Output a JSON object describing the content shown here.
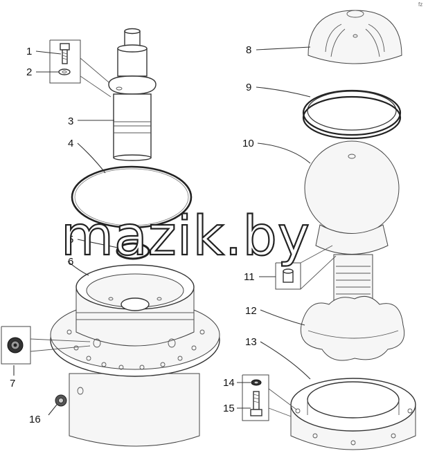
{
  "watermark": "mazik.by",
  "corner_mark": "fz",
  "callouts": [
    {
      "id": "c1",
      "num": "1"
    },
    {
      "id": "c2",
      "num": "2"
    },
    {
      "id": "c3",
      "num": "3"
    },
    {
      "id": "c4",
      "num": "4"
    },
    {
      "id": "c5",
      "num": "5"
    },
    {
      "id": "c6",
      "num": "6"
    },
    {
      "id": "c7",
      "num": "7"
    },
    {
      "id": "c8",
      "num": "8"
    },
    {
      "id": "c9",
      "num": "9"
    },
    {
      "id": "c10",
      "num": "10"
    },
    {
      "id": "c11",
      "num": "11"
    },
    {
      "id": "c12",
      "num": "12"
    },
    {
      "id": "c13",
      "num": "13"
    },
    {
      "id": "c14",
      "num": "14"
    },
    {
      "id": "c15",
      "num": "15"
    },
    {
      "id": "c16",
      "num": "16"
    }
  ]
}
